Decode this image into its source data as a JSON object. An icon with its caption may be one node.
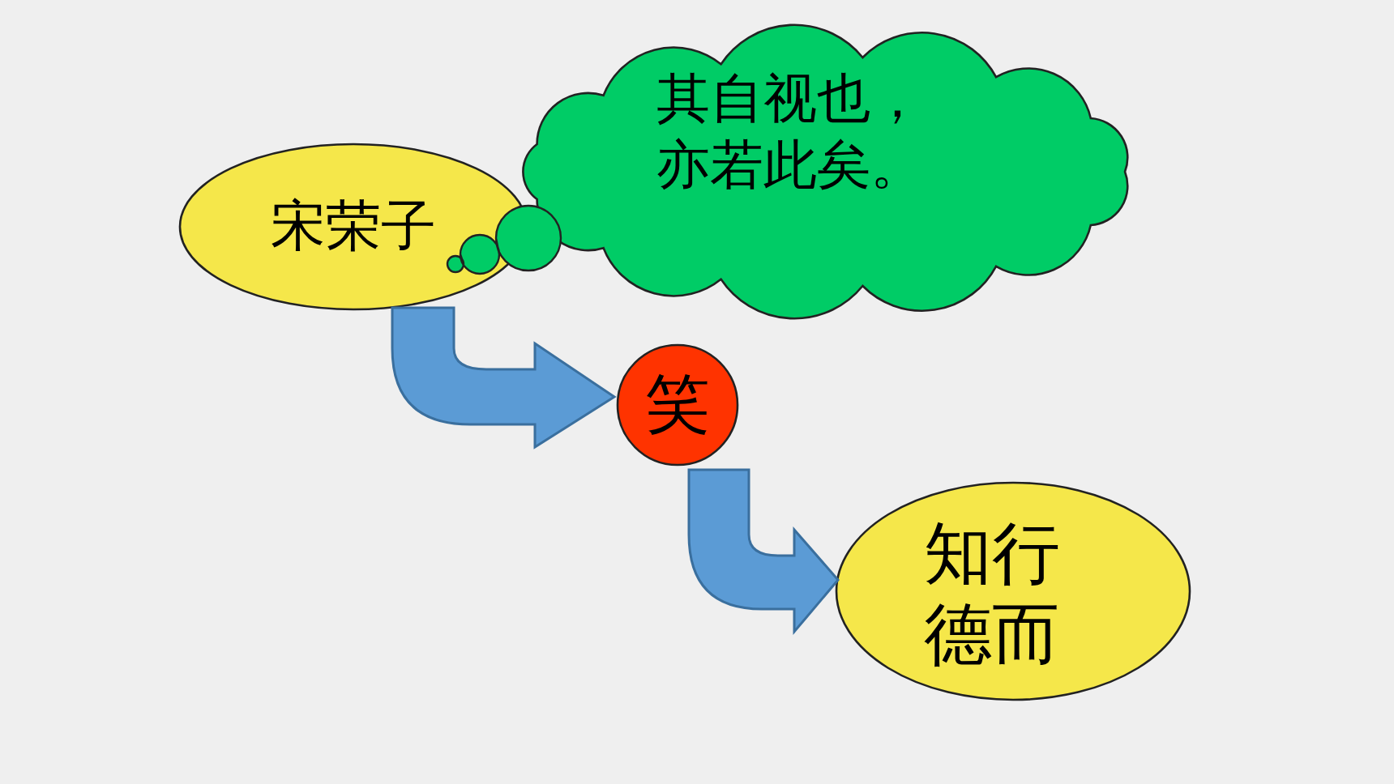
{
  "diagram": {
    "nodes": [
      {
        "text": [
          "宋荣子"
        ]
      },
      {
        "text": [
          "其自视也，亦若此矣。"
        ]
      },
      {
        "text": [
          "笑"
        ]
      },
      {
        "text": [
          "知行德而"
        ]
      }
    ],
    "edges": [
      {
        "from": 0,
        "to": 1,
        "arrow": "none"
      },
      {
        "from": 0,
        "to": 2,
        "arrow": "to",
        "style": "thick"
      },
      {
        "from": 2,
        "to": 3,
        "arrow": "to",
        "style": "thick"
      }
    ]
  }
}
